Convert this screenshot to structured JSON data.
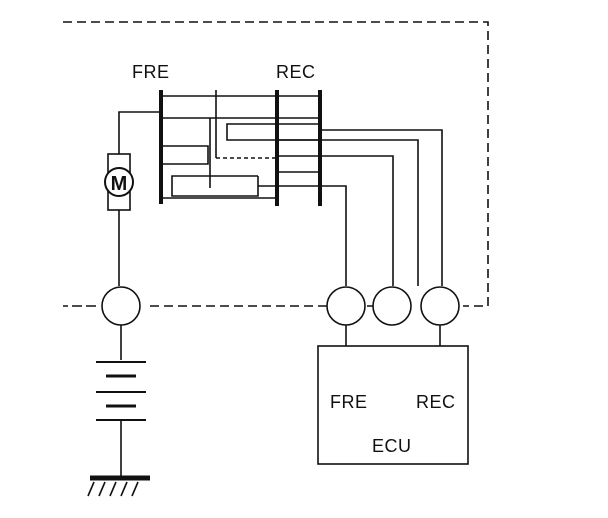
{
  "switch_labels": {
    "fre": "FRE",
    "rec": "REC"
  },
  "motor": {
    "symbol": "M"
  },
  "ecu": {
    "name": "ECU",
    "fre_label": "FRE",
    "rec_label": "REC"
  },
  "colors": {
    "line": "#111111",
    "background": "#ffffff"
  }
}
